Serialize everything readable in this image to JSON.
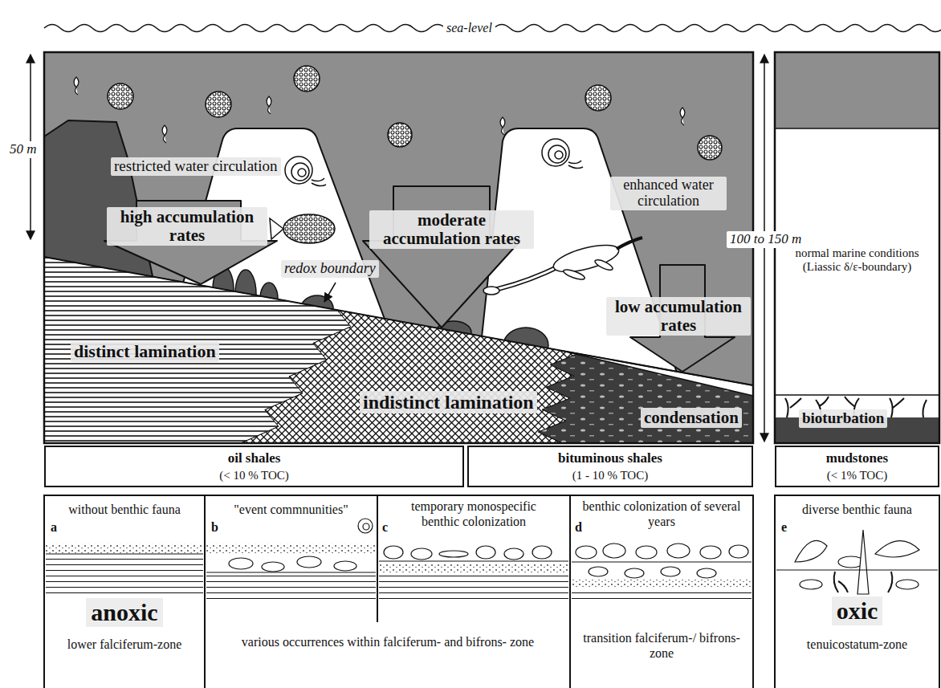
{
  "diagram": {
    "nodes": [
      {
        "text": [
          "oil shales",
          "(< 10 % TOC)"
        ]
      },
      {
        "text": [
          "bituminous shales",
          "(1 - 10 % TOC)"
        ]
      },
      {
        "text": [
          "mudstones",
          "(< 1% TOC)"
        ]
      },
      {
        "text": [
          "without benthic fauna",
          "a",
          "anoxic",
          "lower falciferum-zone"
        ]
      },
      {
        "text": [
          "\"event commnunities\"",
          "b"
        ]
      },
      {
        "text": [
          "temporary monospecific benthic colonization",
          "c"
        ]
      },
      {
        "text": [
          "benthic colonization of several years",
          "d",
          "transition falciferum-/ bifrons-zone"
        ]
      },
      {
        "text": [
          "diverse benthic fauna",
          "e",
          "oxic",
          "tenuicostatum-zone"
        ]
      }
    ],
    "labels": [
      "sea-level",
      "50 m",
      "100 to 150 m",
      "restricted water circulation",
      "high accumulation rates",
      "moderate accumulation rates",
      "redox boundary",
      "enhanced water circulation",
      "low accumulation rates",
      "normal marine conditions (Liassic δ/ε-boundary)",
      "distinct lamination",
      "indistinct lamination",
      "condensation",
      "bioturbation",
      "various occurrences within falciferum- and bifrons- zone"
    ]
  }
}
